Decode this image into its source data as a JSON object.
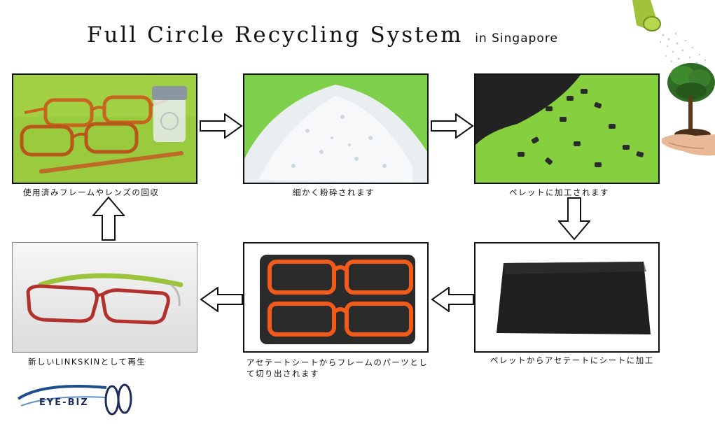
{
  "title": {
    "main": "Full Circle Recycling System",
    "sub": "in Singapore"
  },
  "steps": [
    {
      "caption": "使用済みフレームやレンズの回収"
    },
    {
      "caption": "細かく粉砕されます"
    },
    {
      "caption": "ペレットに加工されます"
    },
    {
      "caption": "ペレットからアセテートにシートに加工"
    },
    {
      "caption": "アセテートシートからフレームのパーツとして切り出されます"
    },
    {
      "caption": "新しいLINKSKINとして再生"
    }
  ],
  "logo": {
    "text": "EYE-BIZ"
  }
}
